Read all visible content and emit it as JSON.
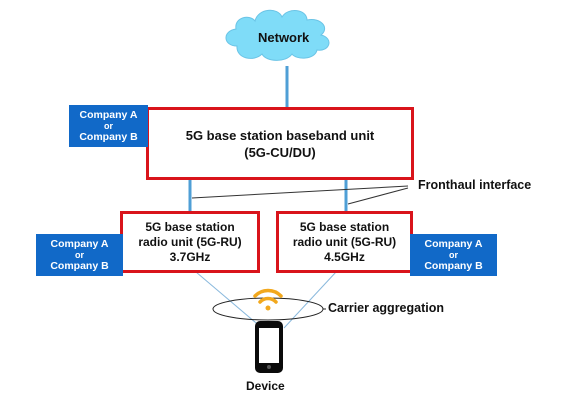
{
  "nodes": {
    "network": "Network",
    "baseband": {
      "line1": "5G base station baseband unit",
      "line2": "(5G-CU/DU)"
    },
    "ru_left": {
      "line1": "5G base station",
      "line2": "radio unit (5G-RU)",
      "line3": "3.7GHz"
    },
    "ru_right": {
      "line1": "5G base station",
      "line2": "radio unit (5G-RU)",
      "line3": "4.5GHz"
    },
    "device": "Device"
  },
  "company_tags": {
    "top": {
      "line1": "Company A",
      "or": "or",
      "line2": "Company B"
    },
    "left": {
      "line1": "Company A",
      "or": "or",
      "line2": "Company B"
    },
    "right": {
      "line1": "Company A",
      "or": "or",
      "line2": "Company B"
    }
  },
  "annotations": {
    "fronthaul": "Fronthaul interface",
    "carrier": "Carrier aggregation"
  },
  "colors": {
    "cloud": "#7fdcf8",
    "link": "#4f9fd6",
    "red_border": "#d9141b",
    "company_blue": "#1169c8",
    "wifi": "#f2a81d"
  }
}
